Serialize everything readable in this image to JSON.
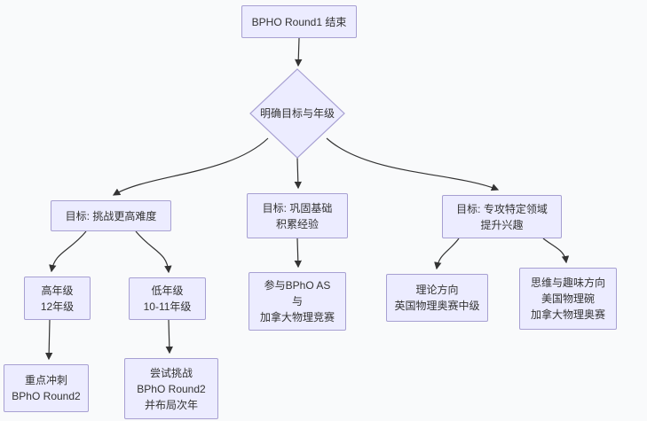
{
  "colors": {
    "background": "#f9fafb",
    "node-fill": "#ececff",
    "node-border": "#a7a0d2",
    "edge": "#333333",
    "text": "#333333"
  },
  "nodes": {
    "start": {
      "lines": [
        "BPHO Round1 结束"
      ]
    },
    "decision": {
      "lines": [
        "明确目标与年级"
      ]
    },
    "goal_challenge": {
      "lines": [
        "目标: 挑战更高难度"
      ]
    },
    "goal_consolidate": {
      "lines": [
        "目标: 巩固基础",
        "积累经验"
      ]
    },
    "goal_specialize": {
      "lines": [
        "目标: 专攻特定领域",
        "提升兴趣"
      ]
    },
    "senior": {
      "lines": [
        "高年级",
        "12年级"
      ]
    },
    "junior": {
      "lines": [
        "低年级",
        "10-11年级"
      ]
    },
    "participate": {
      "lines": [
        "参与BPhO AS",
        "与",
        "加拿大物理竞赛"
      ]
    },
    "theory": {
      "lines": [
        "理论方向",
        "英国物理奥赛中级"
      ]
    },
    "fun": {
      "lines": [
        "思维与趣味方向",
        "美国物理碗",
        "加拿大物理奥赛"
      ]
    },
    "sprint": {
      "lines": [
        "重点冲刺",
        "BPhO Round2"
      ]
    },
    "attempt": {
      "lines": [
        "尝试挑战",
        "BPhO Round2",
        "并布局次年"
      ]
    }
  }
}
